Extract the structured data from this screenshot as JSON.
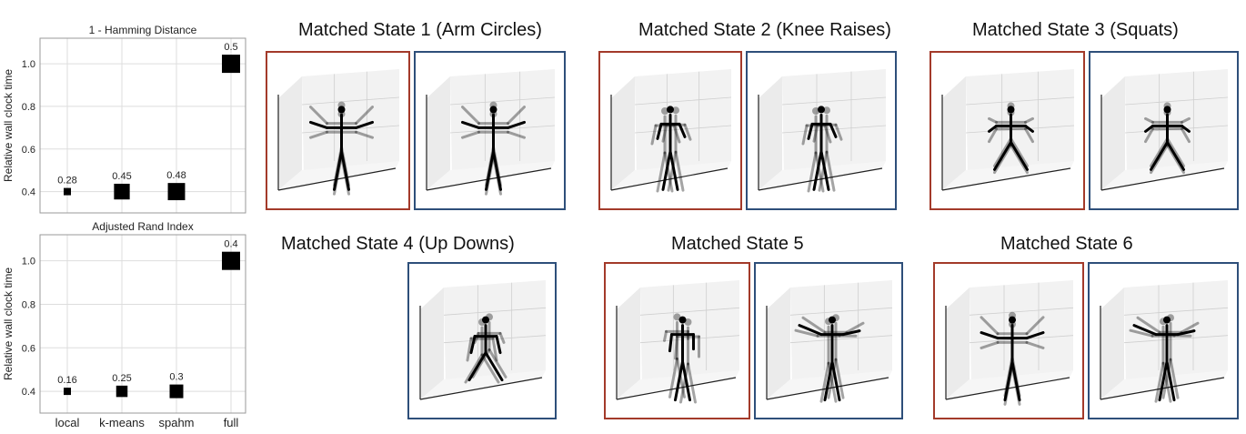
{
  "chart_data": [
    {
      "type": "scatter",
      "title": "1 - Hamming Distance",
      "ylabel": "Relative wall clock time",
      "xlabel": "",
      "categories": [
        "local",
        "k-means",
        "spahm",
        "full"
      ],
      "values": [
        0.4,
        0.4,
        0.4,
        1.0
      ],
      "point_labels": [
        "0.28",
        "0.45",
        "0.48",
        "0.5"
      ],
      "ylim": [
        0.3,
        1.12
      ],
      "yticks": [
        "0.4",
        "0.6",
        "0.8",
        "1.0"
      ],
      "grid": true
    },
    {
      "type": "scatter",
      "title": "Adjusted Rand Index",
      "ylabel": "Relative wall clock time",
      "xlabel": "",
      "categories": [
        "local",
        "k-means",
        "spahm",
        "full"
      ],
      "values": [
        0.4,
        0.4,
        0.4,
        1.0
      ],
      "point_labels": [
        "0.16",
        "0.25",
        "0.3",
        "0.4"
      ],
      "ylim": [
        0.3,
        1.12
      ],
      "yticks": [
        "0.4",
        "0.6",
        "0.8",
        "1.0"
      ],
      "grid": true
    }
  ],
  "states": [
    {
      "title": "Matched State 1 (Arm Circles)"
    },
    {
      "title": "Matched State 2 (Knee Raises)"
    },
    {
      "title": "Matched State 3 (Squats)"
    },
    {
      "title": "Matched State 4 (Up Downs)"
    },
    {
      "title": "Matched State 5"
    },
    {
      "title": "Matched State 6"
    }
  ],
  "colors": {
    "red_frame": "#a33a2a",
    "blue_frame": "#2e4f7a",
    "marker": "#000000"
  },
  "panel_content": "3D skeleton pose plot"
}
